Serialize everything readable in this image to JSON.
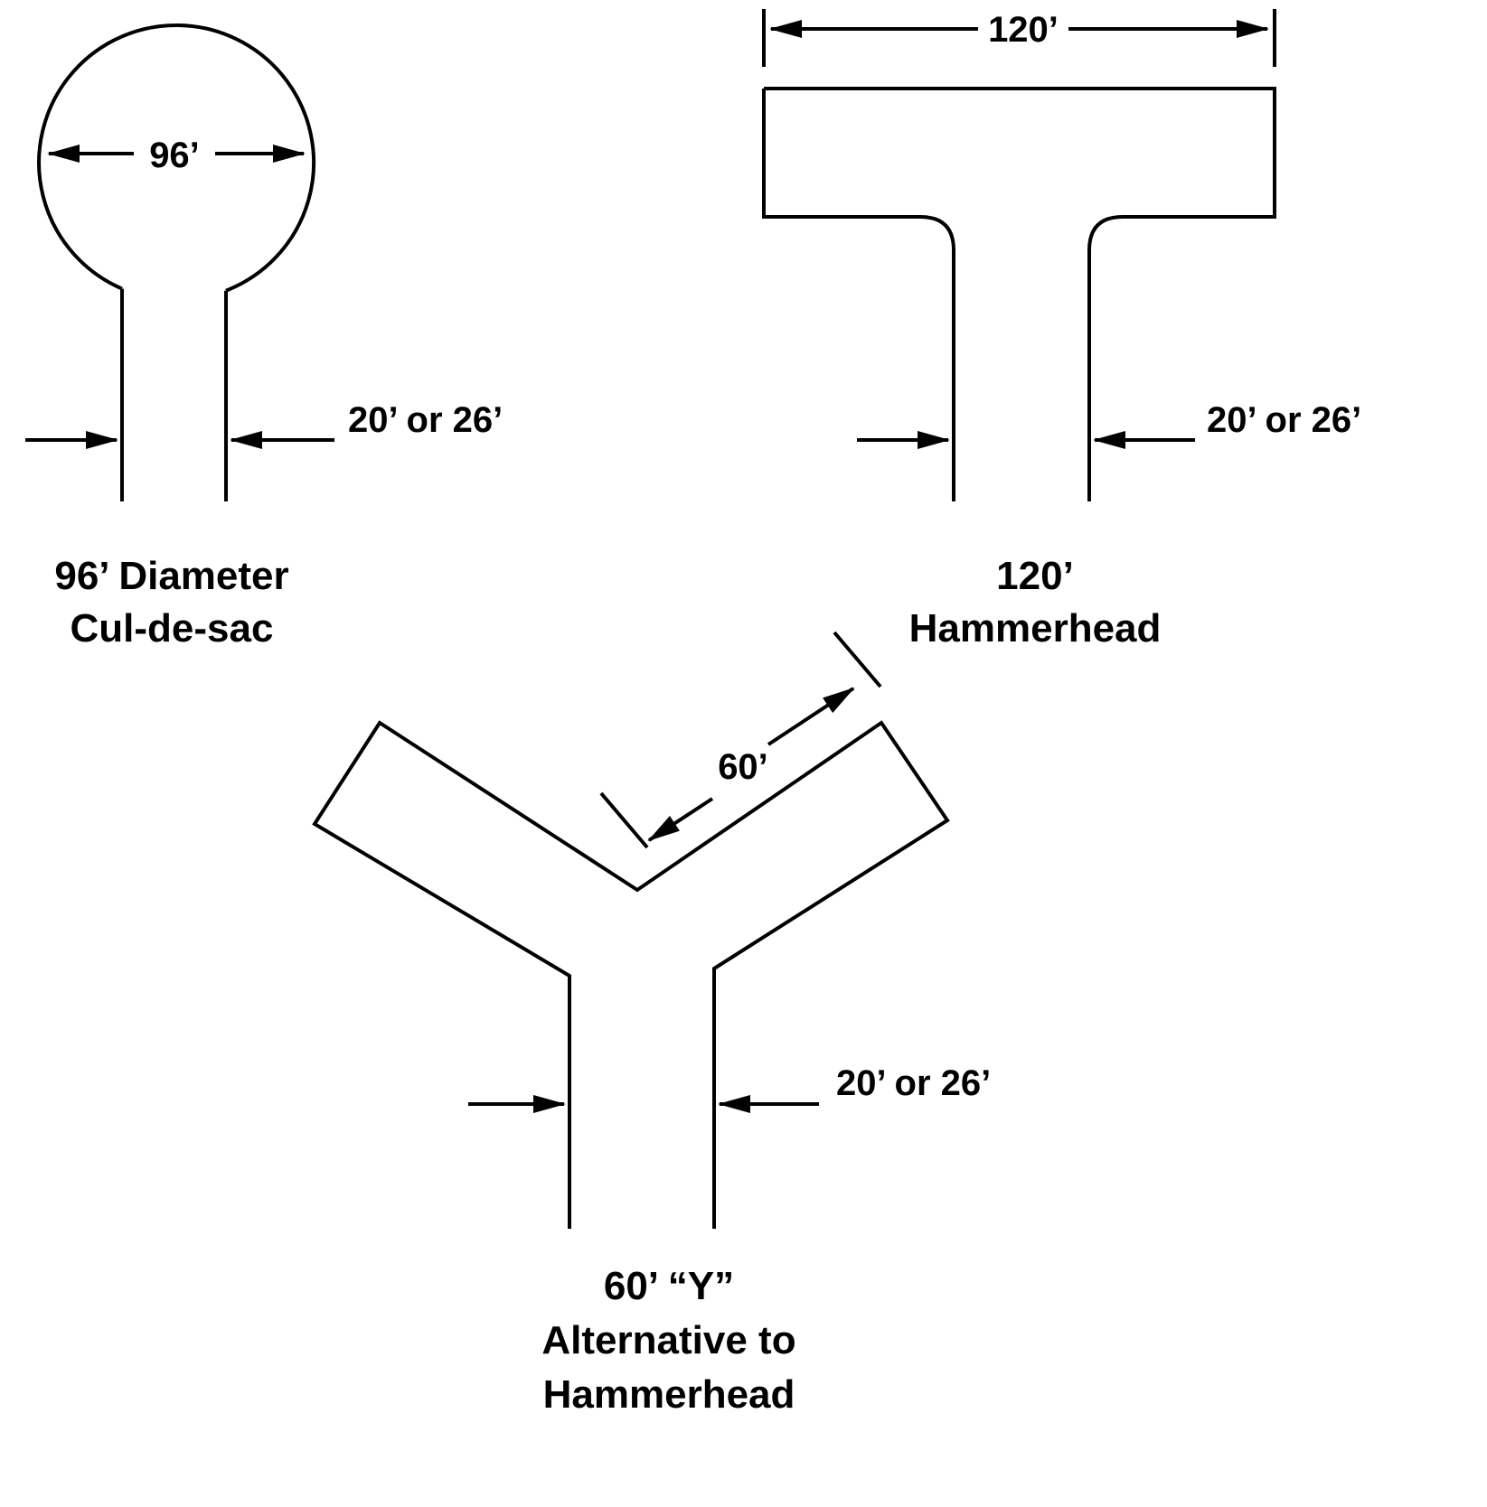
{
  "culdesac": {
    "diameter_label": "96’",
    "width_label": "20’ or 26’",
    "caption": {
      "line1": "96’ Diameter",
      "line2": "Cul-de-sac"
    }
  },
  "hammerhead": {
    "length_label": "120’",
    "width_label": "20’ or 26’",
    "caption": {
      "line1": "120’",
      "line2": "Hammerhead"
    }
  },
  "wye": {
    "arm_length_label": "60’",
    "width_label": "20’ or 26’",
    "caption": {
      "line1": "60’ “Y”",
      "line2": "Alternative to",
      "line3": "Hammerhead"
    }
  },
  "colors": {
    "line": "#000000",
    "background": "#ffffff"
  }
}
